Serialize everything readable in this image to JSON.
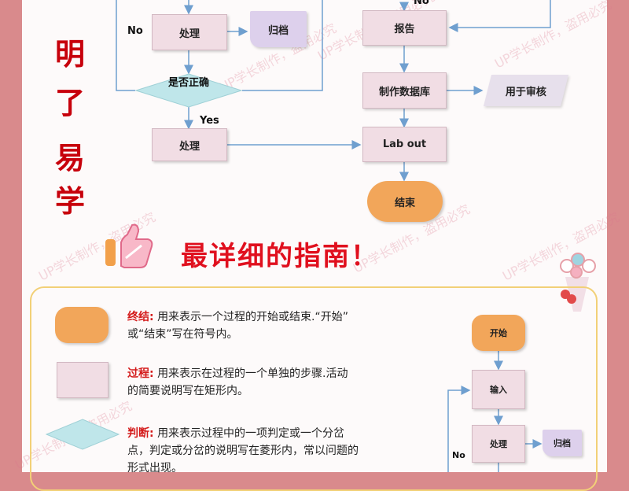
{
  "vertical_title": [
    "明",
    "了",
    "易",
    "学"
  ],
  "flow_left": {
    "process1": "处理",
    "archive": "归档",
    "decision": "是否正确",
    "process2": "处理",
    "label_no": "No",
    "label_yes": "Yes"
  },
  "flow_right": {
    "label_no": "No",
    "report": "报告",
    "database": "制作数据库",
    "review": "用于审核",
    "labout": "Lab out",
    "end": "结束"
  },
  "guide": {
    "title": "最详细的指南！",
    "items": [
      {
        "term": "终结:",
        "desc_line1": "用来表示一个过程的开始或结束.“开始”",
        "desc_line2": "或“结束”写在符号内。"
      },
      {
        "term": "过程:",
        "desc_line1": "用来表示在过程的一个单独的步骤.活动",
        "desc_line2": "的简要说明写在矩形内。"
      },
      {
        "term": "判断:",
        "desc_line1": "用来表示过程中的一项判定或一个分岔",
        "desc_line2": "点，判定或分岔的说明写在菱形内，常以问题的",
        "desc_line3": "形式出现。"
      }
    ]
  },
  "mini_flow": {
    "start": "开始",
    "input": "输入",
    "process": "处理",
    "archive": "归档",
    "label_no": "No"
  },
  "watermark": "UP学长制作，盗用必究",
  "colors": {
    "outer_bg": "#d98a8c",
    "title_red": "#c7000b",
    "terminal_orange": "#f2a65a",
    "process_pink": "#f1dde4",
    "decision_teal": "#bfe6ea",
    "line_blue": "#6f9fcf"
  }
}
